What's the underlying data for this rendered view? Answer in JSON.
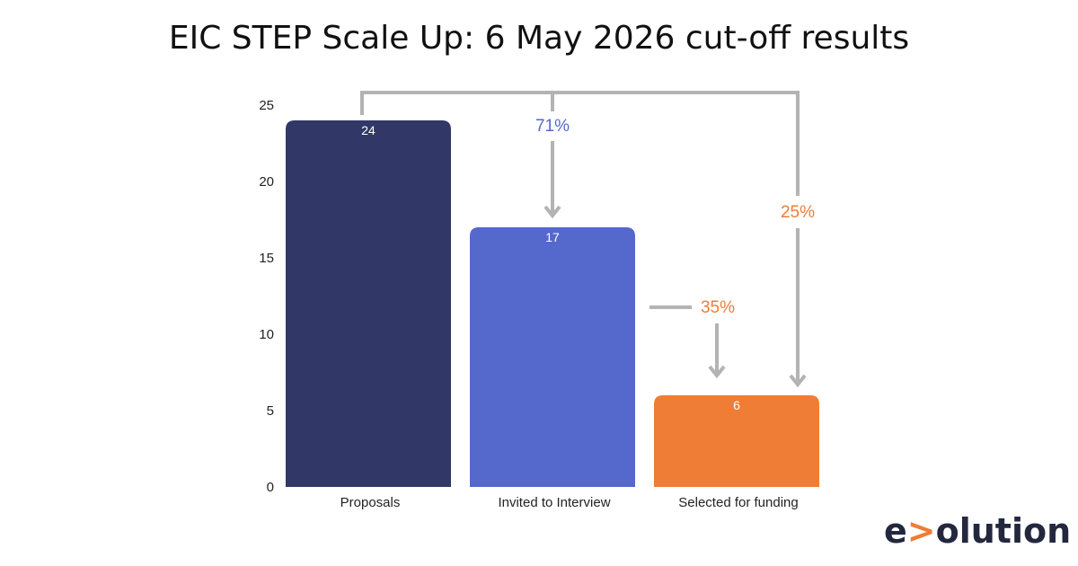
{
  "chart_data": {
    "type": "bar",
    "title": "EIC STEP Scale Up: 6 May 2026 cut-off results",
    "xlabel": "",
    "ylabel": "",
    "categories": [
      "Proposals",
      "Invited to Interview",
      "Selected for funding"
    ],
    "values": [
      24,
      17,
      6
    ],
    "value_labels": [
      "24",
      "17",
      "6"
    ],
    "bar_colors": [
      "#313867",
      "#5569cc",
      "#ef7d35"
    ],
    "ylim": [
      0,
      25
    ],
    "yticks": [
      0,
      5,
      10,
      15,
      20,
      25
    ],
    "grid": false,
    "annotations": [
      {
        "label": "71%",
        "from": "Proposals",
        "to": "Invited to Interview",
        "color": "#5569cc"
      },
      {
        "label": "35%",
        "from": "Invited to Interview",
        "to": "Selected for funding",
        "color": "#ef7d35"
      },
      {
        "label": "25%",
        "from": "Proposals",
        "to": "Selected for funding",
        "color": "#ef7d35"
      }
    ],
    "arrow_color": "#b3b3b3",
    "label_color": "#ffffff",
    "axis_text_color": "#222222"
  },
  "logo": {
    "text_prefix": "e",
    "text_accent": ">",
    "text_suffix": "olution"
  }
}
